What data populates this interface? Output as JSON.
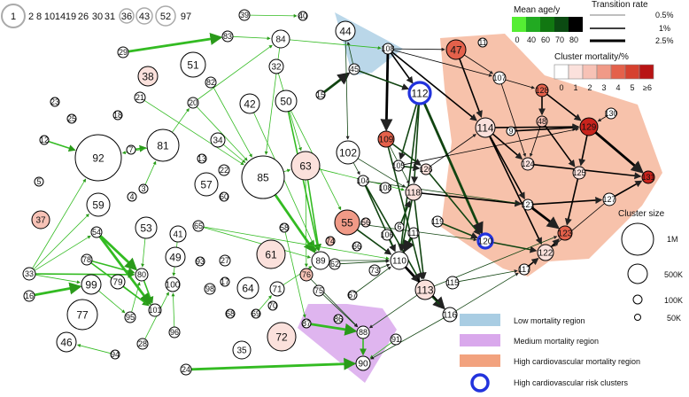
{
  "colors": {
    "low_region": "#a9cde3",
    "medium_region": "#d9a8ec",
    "high_region": "#f2a27e",
    "risk_ring": "#2233dd",
    "node_white": "#ffffff",
    "mort1": "#fbe1dc",
    "mort2": "#f7c2b6",
    "mort3": "#f09a87",
    "mort4": "#e4614b",
    "mort5": "#c8231c",
    "edge_green": "#33bb22",
    "edge_dark": "#114411"
  },
  "legend": {
    "mean_age_title": "Mean age/y",
    "mean_age_ticks": [
      "0",
      "40",
      "60",
      "70",
      "80"
    ],
    "mean_age_colors": [
      "#55ee33",
      "#22aa22",
      "#117711",
      "#0b4a12",
      "#000000"
    ],
    "transition_title": "Transition rate",
    "transition_items": [
      "0.5%",
      "1%",
      "2.5%"
    ],
    "mortality_title": "Cluster mortality/%",
    "mortality_ticks": [
      "0",
      "1",
      "2",
      "3",
      "4",
      "5",
      "≥6"
    ],
    "mortality_colors": [
      "#ffffff",
      "#fbe1dc",
      "#f7c2b6",
      "#f09a87",
      "#e4614b",
      "#d6412f",
      "#b81414"
    ],
    "size_title": "Cluster size",
    "size_items": [
      "1M",
      "500K",
      "100K",
      "50K"
    ],
    "regions": [
      {
        "label": "Low mortality region",
        "icon": "low-region-swatch-icon"
      },
      {
        "label": "Medium mortality region",
        "icon": "medium-region-swatch-icon"
      },
      {
        "label": "High cardiovascular mortality region",
        "icon": "high-region-swatch-icon"
      },
      {
        "label": "High cardiovascular risk clusters",
        "icon": "risk-ring-icon"
      }
    ]
  },
  "top_row": [
    "1",
    "2",
    "8",
    "10",
    "14",
    "19",
    "26",
    "30",
    "31",
    "36",
    "43",
    "52",
    "97"
  ],
  "nodes": [
    {
      "id": "39",
      "r": 6,
      "m": 0
    },
    {
      "id": "40",
      "r": 5,
      "m": 0
    },
    {
      "id": "83",
      "r": 6,
      "m": 0
    },
    {
      "id": "84",
      "r": 10,
      "m": 0
    },
    {
      "id": "29",
      "r": 6,
      "m": 0
    },
    {
      "id": "51",
      "r": 14,
      "m": 0
    },
    {
      "id": "32",
      "r": 8,
      "m": 0
    },
    {
      "id": "38",
      "r": 11,
      "m": 1
    },
    {
      "id": "82",
      "r": 6,
      "m": 0
    },
    {
      "id": "23",
      "r": 5,
      "m": 0
    },
    {
      "id": "21",
      "r": 6,
      "m": 0
    },
    {
      "id": "20",
      "r": 6,
      "m": 0
    },
    {
      "id": "42",
      "r": 11,
      "m": 0
    },
    {
      "id": "50",
      "r": 12,
      "m": 0
    },
    {
      "id": "25",
      "r": 5,
      "m": 0
    },
    {
      "id": "18",
      "r": 5,
      "m": 0
    },
    {
      "id": "12",
      "r": 5,
      "m": 0
    },
    {
      "id": "92",
      "r": 26,
      "m": 0
    },
    {
      "id": "81",
      "r": 18,
      "m": 0
    },
    {
      "id": "7",
      "r": 5,
      "m": 0
    },
    {
      "id": "34",
      "r": 8,
      "m": 0
    },
    {
      "id": "13",
      "r": 5,
      "m": 0
    },
    {
      "id": "22",
      "r": 6,
      "m": 0
    },
    {
      "id": "5",
      "r": 5,
      "m": 0
    },
    {
      "id": "57",
      "r": 13,
      "m": 0
    },
    {
      "id": "60",
      "r": 5,
      "m": 0
    },
    {
      "id": "85",
      "r": 24,
      "m": 0
    },
    {
      "id": "63",
      "r": 16,
      "m": 1
    },
    {
      "id": "3",
      "r": 5,
      "m": 0
    },
    {
      "id": "4",
      "r": 5,
      "m": 0
    },
    {
      "id": "59",
      "r": 13,
      "m": 0
    },
    {
      "id": "37",
      "r": 10,
      "m": 2
    },
    {
      "id": "53",
      "r": 12,
      "m": 0
    },
    {
      "id": "41",
      "r": 9,
      "m": 0
    },
    {
      "id": "54",
      "r": 6,
      "m": 0
    },
    {
      "id": "65",
      "r": 6,
      "m": 0
    },
    {
      "id": "58",
      "r": 5,
      "m": 0
    },
    {
      "id": "49",
      "r": 11,
      "m": 0
    },
    {
      "id": "33",
      "r": 7,
      "m": 0
    },
    {
      "id": "78",
      "r": 6,
      "m": 0
    },
    {
      "id": "80",
      "r": 7,
      "m": 0
    },
    {
      "id": "93",
      "r": 5,
      "m": 0
    },
    {
      "id": "27",
      "r": 6,
      "m": 0
    },
    {
      "id": "61",
      "r": 16,
      "m": 1
    },
    {
      "id": "99",
      "r": 11,
      "m": 0
    },
    {
      "id": "79",
      "r": 8,
      "m": 0
    },
    {
      "id": "100",
      "r": 8,
      "m": 0
    },
    {
      "id": "98",
      "r": 6,
      "m": 0
    },
    {
      "id": "17",
      "r": 5,
      "m": 0
    },
    {
      "id": "64",
      "r": 12,
      "m": 0
    },
    {
      "id": "71",
      "r": 8,
      "m": 0
    },
    {
      "id": "16",
      "r": 6,
      "m": 0
    },
    {
      "id": "77",
      "r": 17,
      "m": 0
    },
    {
      "id": "95",
      "r": 6,
      "m": 0
    },
    {
      "id": "101",
      "r": 7,
      "m": 0
    },
    {
      "id": "68",
      "r": 5,
      "m": 0
    },
    {
      "id": "69",
      "r": 5,
      "m": 0
    },
    {
      "id": "70",
      "r": 5,
      "m": 0
    },
    {
      "id": "46",
      "r": 11,
      "m": 0
    },
    {
      "id": "96",
      "r": 6,
      "m": 0
    },
    {
      "id": "28",
      "r": 6,
      "m": 0
    },
    {
      "id": "35",
      "r": 10,
      "m": 0
    },
    {
      "id": "72",
      "r": 16,
      "m": 1
    },
    {
      "id": "94",
      "r": 5,
      "m": 0
    },
    {
      "id": "24",
      "r": 6,
      "m": 0
    },
    {
      "id": "44",
      "r": 11,
      "m": 0
    },
    {
      "id": "108",
      "r": 6,
      "m": 0
    },
    {
      "id": "45",
      "r": 6,
      "m": 0
    },
    {
      "id": "15",
      "r": 5,
      "m": 0
    },
    {
      "id": "112",
      "r": 12,
      "m": 0,
      "ring": true
    },
    {
      "id": "47",
      "r": 11,
      "m": 4
    },
    {
      "id": "11",
      "r": 5,
      "m": 0
    },
    {
      "id": "107",
      "r": 7,
      "m": 0
    },
    {
      "id": "128",
      "r": 7,
      "m": 4
    },
    {
      "id": "130",
      "r": 6,
      "m": 0
    },
    {
      "id": "48",
      "r": 6,
      "m": 2
    },
    {
      "id": "129",
      "r": 10,
      "m": 5
    },
    {
      "id": "102",
      "r": 13,
      "m": 0
    },
    {
      "id": "109",
      "r": 9,
      "m": 4
    },
    {
      "id": "114",
      "r": 11,
      "m": 1
    },
    {
      "id": "9",
      "r": 5,
      "m": 0
    },
    {
      "id": "105",
      "r": 6,
      "m": 0
    },
    {
      "id": "126",
      "r": 6,
      "m": 1
    },
    {
      "id": "124",
      "r": 7,
      "m": 1
    },
    {
      "id": "125",
      "r": 7,
      "m": 1
    },
    {
      "id": "131",
      "r": 7,
      "m": 5
    },
    {
      "id": "104",
      "r": 6,
      "m": 0
    },
    {
      "id": "108b",
      "t": "108",
      "r": 6,
      "m": 0
    },
    {
      "id": "118",
      "r": 9,
      "m": 1
    },
    {
      "id": "121",
      "r": 6,
      "m": 0
    },
    {
      "id": "127",
      "r": 7,
      "m": 0
    },
    {
      "id": "119",
      "r": 6,
      "m": 0
    },
    {
      "id": "6",
      "r": 5,
      "m": 0
    },
    {
      "id": "55",
      "r": 14,
      "m": 3
    },
    {
      "id": "56",
      "r": 5,
      "m": 1
    },
    {
      "id": "106",
      "r": 6,
      "m": 0
    },
    {
      "id": "111",
      "r": 6,
      "m": 0
    },
    {
      "id": "120",
      "r": 8,
      "m": 0,
      "ring": true
    },
    {
      "id": "123",
      "r": 8,
      "m": 4
    },
    {
      "id": "74",
      "r": 5,
      "m": 2
    },
    {
      "id": "66",
      "r": 5,
      "m": 0
    },
    {
      "id": "89",
      "r": 10,
      "m": 0
    },
    {
      "id": "62",
      "r": 6,
      "m": 0
    },
    {
      "id": "73",
      "r": 6,
      "m": 0
    },
    {
      "id": "110",
      "r": 10,
      "m": 0
    },
    {
      "id": "122",
      "r": 9,
      "m": 1
    },
    {
      "id": "76",
      "r": 7,
      "m": 2
    },
    {
      "id": "75",
      "r": 6,
      "m": 0
    },
    {
      "id": "67",
      "r": 5,
      "m": 0
    },
    {
      "id": "117",
      "r": 6,
      "m": 0
    },
    {
      "id": "115",
      "r": 7,
      "m": 0
    },
    {
      "id": "113",
      "r": 11,
      "m": 1
    },
    {
      "id": "116",
      "r": 8,
      "m": 0
    },
    {
      "id": "87",
      "r": 5,
      "m": 0
    },
    {
      "id": "86",
      "r": 5,
      "m": 0
    },
    {
      "id": "88",
      "r": 7,
      "m": 0
    },
    {
      "id": "91",
      "r": 6,
      "m": 0
    },
    {
      "id": "90",
      "r": 8,
      "m": 0
    }
  ],
  "edges": [
    [
      "29",
      "83",
      3,
      "g"
    ],
    [
      "24",
      "90",
      3,
      "g"
    ],
    [
      "16",
      "99",
      3,
      "g"
    ],
    [
      "12",
      "92",
      2,
      "g"
    ],
    [
      "7",
      "81",
      2,
      "g"
    ],
    [
      "54",
      "80",
      3,
      "g"
    ],
    [
      "54",
      "101",
      3,
      "g"
    ],
    [
      "78",
      "80",
      2,
      "g"
    ],
    [
      "78",
      "101",
      2,
      "g"
    ],
    [
      "33",
      "80",
      2,
      "g"
    ],
    [
      "33",
      "99",
      1,
      "g"
    ],
    [
      "33",
      "54",
      1,
      "g"
    ],
    [
      "33",
      "92",
      1,
      "g"
    ],
    [
      "33",
      "59",
      1,
      "g"
    ],
    [
      "80",
      "101",
      2,
      "g"
    ],
    [
      "79",
      "101",
      1,
      "g"
    ],
    [
      "99",
      "95",
      1,
      "g"
    ],
    [
      "95",
      "80",
      1,
      "g"
    ],
    [
      "53",
      "80",
      1,
      "g"
    ],
    [
      "41",
      "100",
      1,
      "g"
    ],
    [
      "81",
      "20",
      1,
      "g"
    ],
    [
      "20",
      "84",
      1,
      "g"
    ],
    [
      "20",
      "85",
      1,
      "g"
    ],
    [
      "81",
      "92",
      1,
      "g"
    ],
    [
      "3",
      "81",
      1,
      "g"
    ],
    [
      "85",
      "89",
      3,
      "g"
    ],
    [
      "85",
      "63",
      1,
      "g"
    ],
    [
      "63",
      "89",
      2,
      "g"
    ],
    [
      "63",
      "76",
      1,
      "g"
    ],
    [
      "34",
      "85",
      1,
      "g"
    ],
    [
      "50",
      "89",
      2,
      "g"
    ],
    [
      "42",
      "89",
      1,
      "g"
    ],
    [
      "65",
      "89",
      1,
      "g"
    ],
    [
      "65",
      "110",
      1,
      "g"
    ],
    [
      "58",
      "87",
      1,
      "g"
    ],
    [
      "71",
      "89",
      1,
      "g"
    ],
    [
      "69",
      "71",
      1,
      "g"
    ],
    [
      "87",
      "88",
      3,
      "g"
    ],
    [
      "88",
      "90",
      2,
      "g"
    ],
    [
      "91",
      "90",
      1,
      "g"
    ],
    [
      "28",
      "100",
      1,
      "g"
    ],
    [
      "96",
      "100",
      1,
      "g"
    ],
    [
      "94",
      "46",
      1,
      "g"
    ],
    [
      "84",
      "85",
      1,
      "g"
    ],
    [
      "32",
      "63",
      1,
      "g"
    ],
    [
      "82",
      "85",
      1,
      "g"
    ],
    [
      "21",
      "85",
      1,
      "g"
    ],
    [
      "15",
      "45",
      3,
      "d"
    ],
    [
      "45",
      "44",
      1,
      "d"
    ],
    [
      "44",
      "102",
      1,
      "d"
    ],
    [
      "108",
      "112",
      2,
      "k"
    ],
    [
      "108",
      "109",
      3,
      "k"
    ],
    [
      "108",
      "114",
      2,
      "k"
    ],
    [
      "108",
      "107",
      1,
      "k"
    ],
    [
      "108",
      "47",
      1,
      "k"
    ],
    [
      "112",
      "118",
      2,
      "d"
    ],
    [
      "112",
      "120",
      3,
      "d"
    ],
    [
      "112",
      "110",
      2,
      "d"
    ],
    [
      "102",
      "104",
      1,
      "d"
    ],
    [
      "104",
      "113",
      2,
      "d"
    ],
    [
      "104",
      "110",
      2,
      "d"
    ],
    [
      "109",
      "118",
      1,
      "d"
    ],
    [
      "105",
      "126",
      2,
      "d"
    ],
    [
      "126",
      "114",
      1,
      "k"
    ],
    [
      "114",
      "124",
      2,
      "k"
    ],
    [
      "114",
      "129",
      2,
      "k"
    ],
    [
      "114",
      "121",
      2,
      "k"
    ],
    [
      "114",
      "122",
      2,
      "k"
    ],
    [
      "107",
      "128",
      1,
      "k"
    ],
    [
      "107",
      "124",
      1,
      "k"
    ],
    [
      "47",
      "114",
      2,
      "k"
    ],
    [
      "47",
      "107",
      1,
      "k"
    ],
    [
      "128",
      "129",
      2,
      "k"
    ],
    [
      "128",
      "48",
      2,
      "k"
    ],
    [
      "129",
      "131",
      3,
      "k"
    ],
    [
      "129",
      "125",
      2,
      "k"
    ],
    [
      "48",
      "125",
      2,
      "k"
    ],
    [
      "48",
      "124",
      1,
      "k"
    ],
    [
      "124",
      "131",
      2,
      "k"
    ],
    [
      "125",
      "123",
      2,
      "k"
    ],
    [
      "121",
      "123",
      3,
      "k"
    ],
    [
      "121",
      "127",
      2,
      "k"
    ],
    [
      "127",
      "131",
      2,
      "k"
    ],
    [
      "127",
      "122",
      1,
      "k"
    ],
    [
      "130",
      "129",
      1,
      "k"
    ],
    [
      "9",
      "129",
      2,
      "k"
    ],
    [
      "118",
      "121",
      2,
      "k"
    ],
    [
      "118",
      "113",
      2,
      "d"
    ],
    [
      "111",
      "110",
      3,
      "d"
    ],
    [
      "106",
      "110",
      2,
      "d"
    ],
    [
      "110",
      "116",
      3,
      "k"
    ],
    [
      "110",
      "113",
      2,
      "k"
    ],
    [
      "113",
      "116",
      2,
      "d"
    ],
    [
      "115",
      "117",
      1,
      "d"
    ],
    [
      "117",
      "122",
      2,
      "k"
    ],
    [
      "122",
      "123",
      2,
      "k"
    ],
    [
      "120",
      "122",
      2,
      "d"
    ],
    [
      "119",
      "120",
      2,
      "d"
    ],
    [
      "126",
      "120",
      2,
      "d"
    ],
    [
      "55",
      "110",
      2,
      "d"
    ],
    [
      "55",
      "120",
      1,
      "d"
    ],
    [
      "89",
      "110",
      1,
      "d"
    ],
    [
      "62",
      "110",
      1,
      "d"
    ],
    [
      "73",
      "110",
      1,
      "d"
    ],
    [
      "76",
      "88",
      1,
      "d"
    ],
    [
      "75",
      "88",
      1,
      "d"
    ],
    [
      "67",
      "110",
      1,
      "d"
    ],
    [
      "116",
      "90",
      1,
      "d"
    ],
    [
      "113",
      "88",
      1,
      "d"
    ],
    [
      "109",
      "113",
      2,
      "d"
    ],
    [
      "118",
      "110",
      2,
      "d"
    ],
    [
      "102",
      "118",
      1,
      "d"
    ],
    [
      "45",
      "112",
      2,
      "d"
    ],
    [
      "6",
      "118",
      2,
      "d"
    ],
    [
      "112",
      "105",
      2,
      "d"
    ],
    [
      "63",
      "118",
      1,
      "g"
    ],
    [
      "84",
      "108",
      1,
      "g"
    ],
    [
      "39",
      "40",
      1,
      "g"
    ],
    [
      "83",
      "84",
      1,
      "g"
    ],
    [
      "50",
      "55",
      1,
      "g"
    ],
    [
      "104",
      "121",
      1,
      "d"
    ],
    [
      "105",
      "129",
      1,
      "k"
    ],
    [
      "109",
      "126",
      2,
      "d"
    ],
    [
      "113",
      "123",
      1,
      "d"
    ],
    [
      "116",
      "117",
      1,
      "d"
    ]
  ]
}
